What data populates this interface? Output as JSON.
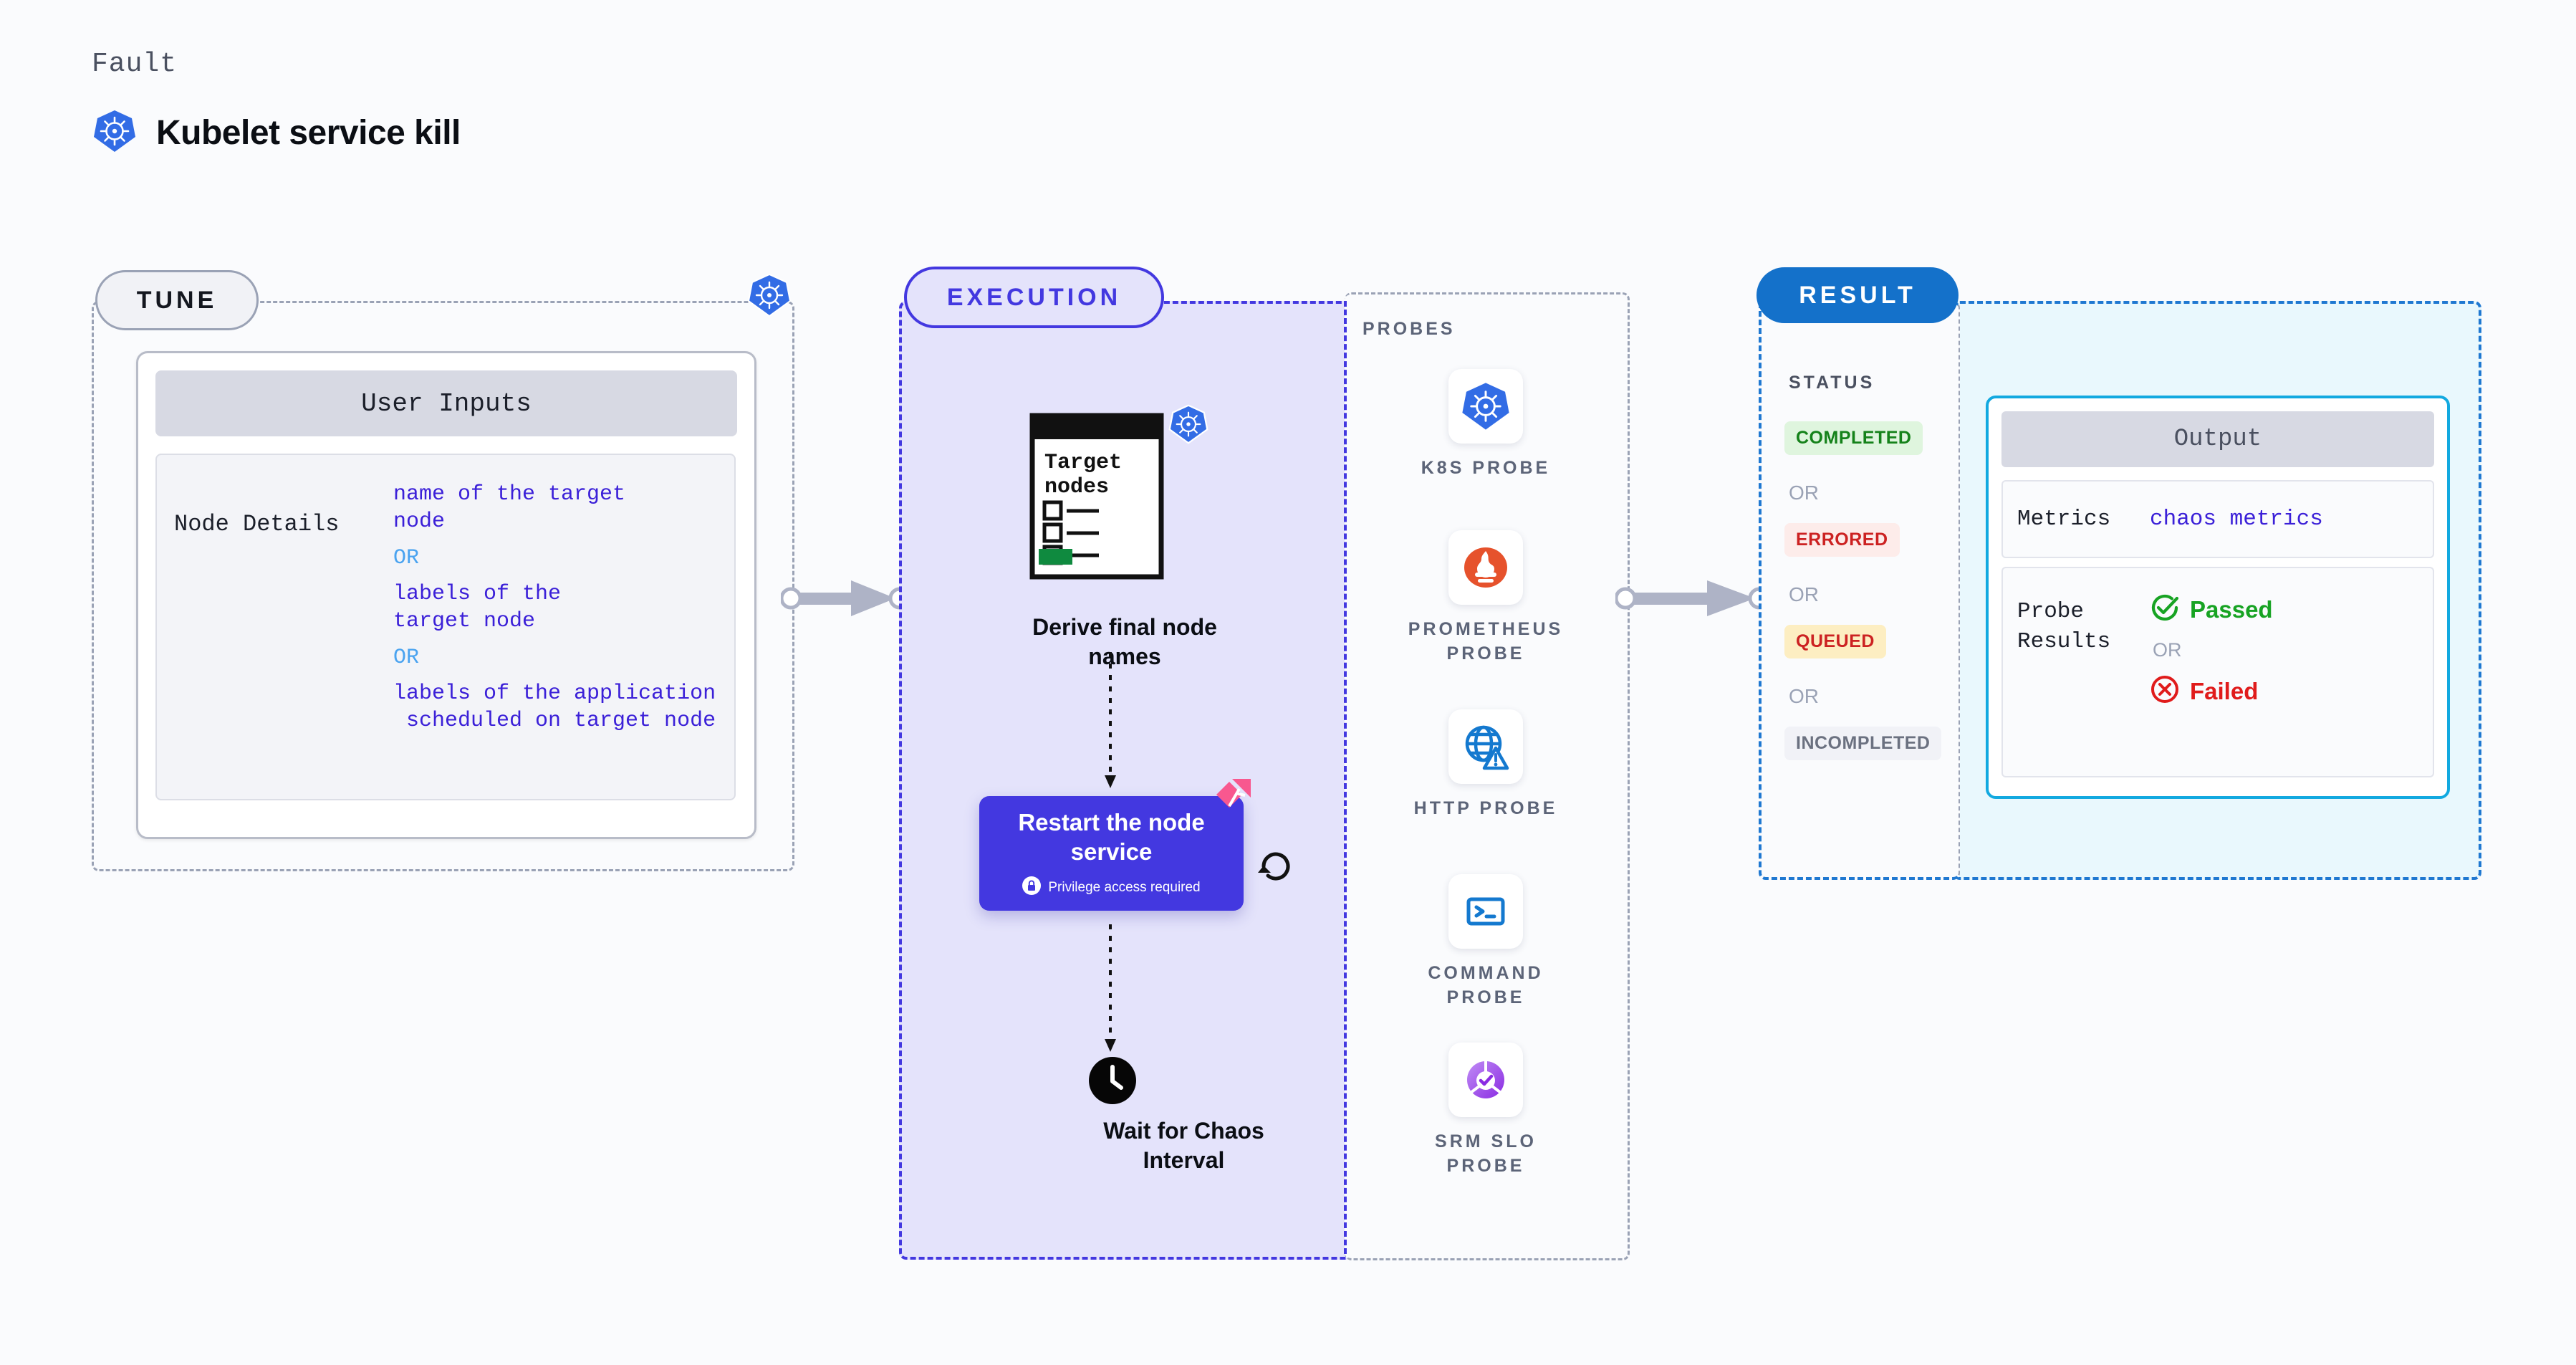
{
  "header": {
    "kicker": "Fault",
    "title": "Kubelet service kill",
    "icon": "kubernetes-icon"
  },
  "tune": {
    "pill_label": "TUNE",
    "badge_icon": "kubernetes-icon",
    "card": {
      "header": "User Inputs",
      "rows": [
        {
          "key": "Node Details",
          "values": [
            "name of the target\nnode",
            "labels of the\ntarget node",
            "labels of the application\n scheduled on target node"
          ],
          "separator": "OR"
        }
      ]
    }
  },
  "execution": {
    "pill_label": "EXECUTION",
    "nodes": [
      {
        "id": "derive-final-node-names",
        "icon": "target-nodes-checklist-icon",
        "icon_title": "Target nodes",
        "badge_icon": "kubernetes-icon",
        "label": "Derive final node\nnames"
      },
      {
        "id": "restart-the-node-service",
        "title": "Restart the node\nservice",
        "badge": "Privilege access required",
        "badge_icon": "lock-icon",
        "corner_icon": "litmus-chaos-icon",
        "side_icon": "loop-refresh-icon",
        "color": "#4338e0"
      },
      {
        "id": "wait-for-chaos-interval",
        "icon": "clock-icon",
        "label": "Wait for Chaos\nInterval"
      }
    ]
  },
  "probes": {
    "section_label": "PROBES",
    "items": [
      {
        "label": "K8S PROBE",
        "icon": "kubernetes-icon"
      },
      {
        "label": "PROMETHEUS\nPROBE",
        "icon": "prometheus-icon"
      },
      {
        "label": "HTTP PROBE",
        "icon": "globe-warning-icon"
      },
      {
        "label": "COMMAND\nPROBE",
        "icon": "terminal-icon"
      },
      {
        "label": "SRM SLO\nPROBE",
        "icon": "srm-slo-donut-icon"
      }
    ]
  },
  "result": {
    "pill_label": "RESULT",
    "status_label": "STATUS",
    "or_label": "OR",
    "statuses": [
      {
        "label": "COMPLETED",
        "bg": "#dff5de",
        "fg": "#15821a"
      },
      {
        "label": "ERRORED",
        "bg": "#fdecea",
        "fg": "#cc2222"
      },
      {
        "label": "QUEUED",
        "bg": "#fdeec2",
        "fg": "#cc2222"
      },
      {
        "label": "INCOMPLETED",
        "bg": "#f1f2f7",
        "fg": "#6b7180"
      }
    ]
  },
  "output": {
    "header": "Output",
    "metrics_key": "Metrics",
    "metrics_value": "chaos metrics",
    "probe_results_key": "Probe\nResults",
    "passed_label": "Passed",
    "or_label": "OR",
    "failed_label": "Failed",
    "passed_icon": "check-circle-icon",
    "failed_icon": "x-circle-icon",
    "accent": "#12a9e0"
  },
  "connectors": [
    {
      "from": "tune",
      "to": "execution",
      "icon": "arrow-right-icon"
    },
    {
      "from": "probes",
      "to": "result",
      "icon": "arrow-right-icon"
    }
  ]
}
